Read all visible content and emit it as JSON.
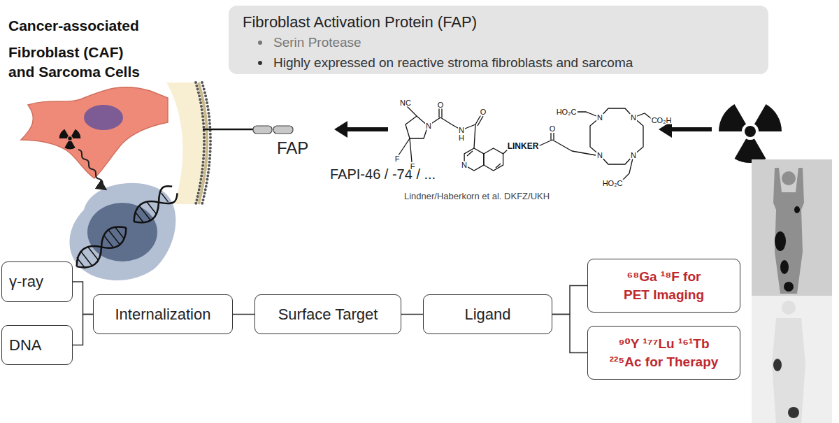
{
  "diagram": {
    "nodes": [
      {
        "text": [
          "Fibroblast Activation Protein (FAP)",
          "Serin Protease",
          "Highly expressed on reactive stroma fibroblasts and sarcoma"
        ]
      },
      {
        "text": [
          "γ-ray"
        ]
      },
      {
        "text": [
          "DNA"
        ]
      },
      {
        "text": [
          "Internalization"
        ]
      },
      {
        "text": [
          "Surface Target"
        ]
      },
      {
        "text": [
          "Ligand"
        ]
      },
      {
        "text": [
          "⁶⁸Ga ¹⁸F for PET Imaging"
        ]
      },
      {
        "text": [
          "⁹⁰Y ¹⁷⁷Lu ¹⁶¹Tb ²²⁵Ac for Therapy"
        ]
      }
    ],
    "edges": [
      {
        "from": 3,
        "to": 1,
        "arrow": "none"
      },
      {
        "from": 3,
        "to": 2,
        "arrow": "none"
      },
      {
        "from": 3,
        "to": 4,
        "arrow": "none"
      },
      {
        "from": 4,
        "to": 5,
        "arrow": "none"
      },
      {
        "from": 5,
        "to": 6,
        "arrow": "none"
      },
      {
        "from": 5,
        "to": 7,
        "arrow": "none"
      }
    ],
    "labels": [
      "Cancer-associated Fibroblast (CAF)",
      "and Sarcoma Cells",
      "FAP",
      "FAPI-46 / -74 / ...",
      "Lindner/Haberkorn et al. DKFZ/UKH",
      "LINKER",
      "NC",
      "F",
      "F",
      "N",
      "O",
      "O",
      "N",
      "H",
      "N",
      "O",
      "HO₂C",
      "CO₂H",
      "HO₂C",
      "N",
      "N",
      "N",
      "N"
    ]
  }
}
